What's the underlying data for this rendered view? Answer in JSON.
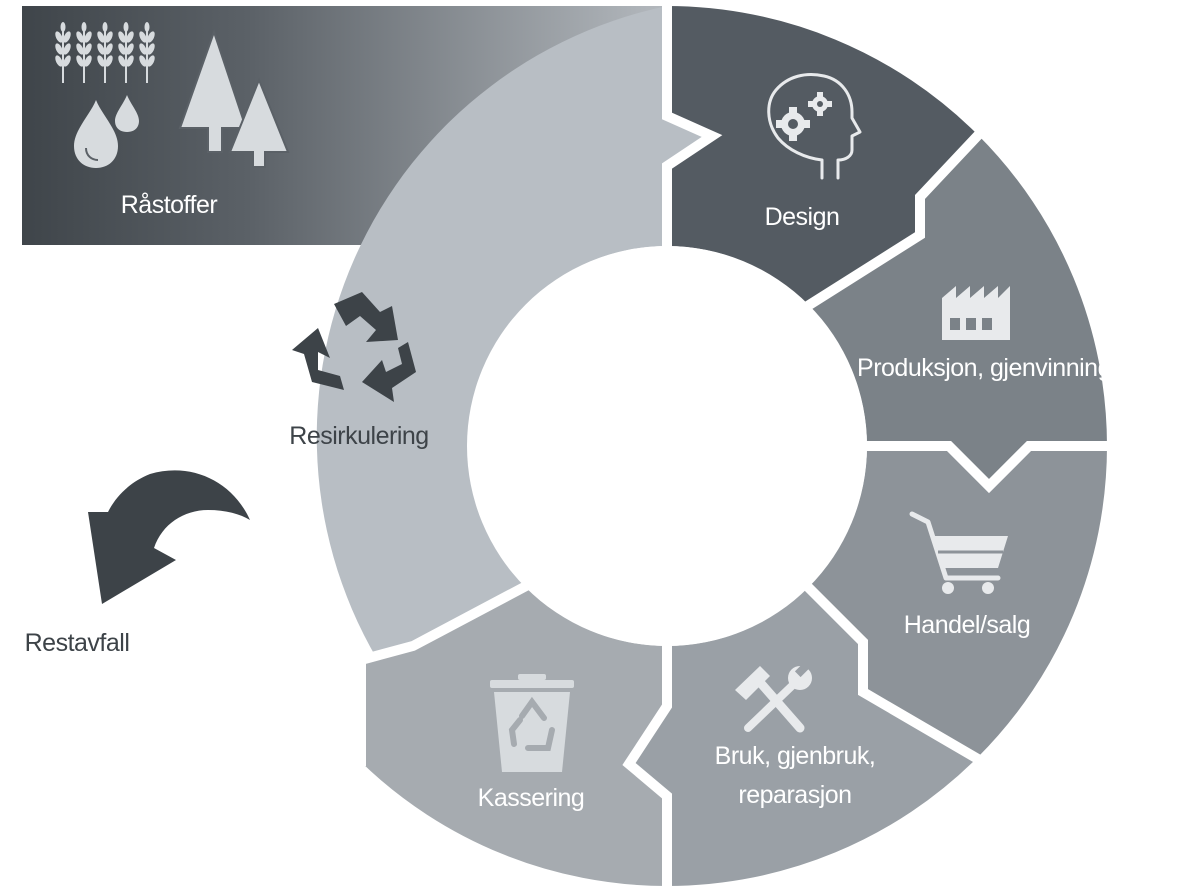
{
  "diagram": {
    "raw_materials_label": "Råstoffer",
    "residual_label": "Restavfall",
    "segments": [
      {
        "id": "design",
        "label": "Design",
        "icon": "head-gears-icon"
      },
      {
        "id": "production",
        "label": "Produksjon, gjenvinning",
        "icon": "factory-icon"
      },
      {
        "id": "trade",
        "label": "Handel/salg",
        "icon": "shopping-cart-icon"
      },
      {
        "id": "use",
        "label_line1": "Bruk, gjenbruk,",
        "label_line2": "reparasjon",
        "icon": "hammer-wrench-icon"
      },
      {
        "id": "discard",
        "label": "Kassering",
        "icon": "recycle-bin-icon"
      },
      {
        "id": "recycling",
        "label": "Resirkulering",
        "icon": "recycle-arrows-icon"
      }
    ],
    "colors": {
      "design": "#545b62",
      "production": "#7b8288",
      "trade": "#8d9399",
      "use": "#9aa0a6",
      "discard": "#a6abb0",
      "recycling": "#b8bec4",
      "raw_dark": "#3f454a",
      "arrow": "#3d4348"
    }
  }
}
